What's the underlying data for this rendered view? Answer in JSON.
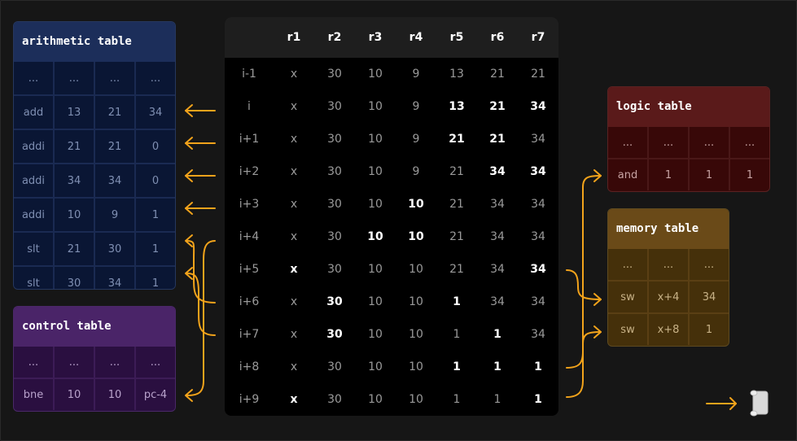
{
  "arithmetic": {
    "title": "arithmetic table",
    "rows": [
      [
        "...",
        "...",
        "...",
        "..."
      ],
      [
        "add",
        "13",
        "21",
        "34"
      ],
      [
        "addi",
        "21",
        "21",
        "0"
      ],
      [
        "addi",
        "34",
        "34",
        "0"
      ],
      [
        "addi",
        "10",
        "9",
        "1"
      ],
      [
        "slt",
        "21",
        "30",
        "1"
      ],
      [
        "slt",
        "30",
        "34",
        "1"
      ]
    ]
  },
  "control": {
    "title": "control table",
    "rows": [
      [
        "...",
        "...",
        "...",
        "..."
      ],
      [
        "bne",
        "10",
        "10",
        "pc-4"
      ]
    ]
  },
  "logic": {
    "title": "logic table",
    "rows": [
      [
        "...",
        "...",
        "...",
        "..."
      ],
      [
        "and",
        "1",
        "1",
        "1"
      ]
    ]
  },
  "memory": {
    "title": "memory table",
    "rows": [
      [
        "...",
        "...",
        "..."
      ],
      [
        "sw",
        "x+4",
        "34"
      ],
      [
        "sw",
        "x+8",
        "1"
      ]
    ]
  },
  "registers": {
    "columns": [
      "r1",
      "r2",
      "r3",
      "r4",
      "r5",
      "r6",
      "r7"
    ],
    "rows": [
      {
        "label": "i-1",
        "values": [
          "x",
          "30",
          "10",
          "9",
          "13",
          "21",
          "21"
        ],
        "bold": []
      },
      {
        "label": "i",
        "values": [
          "x",
          "30",
          "10",
          "9",
          "13",
          "21",
          "34"
        ],
        "bold": [
          4,
          5,
          6
        ]
      },
      {
        "label": "i+1",
        "values": [
          "x",
          "30",
          "10",
          "9",
          "21",
          "21",
          "34"
        ],
        "bold": [
          4,
          5
        ]
      },
      {
        "label": "i+2",
        "values": [
          "x",
          "30",
          "10",
          "9",
          "21",
          "34",
          "34"
        ],
        "bold": [
          5,
          6
        ]
      },
      {
        "label": "i+3",
        "values": [
          "x",
          "30",
          "10",
          "10",
          "21",
          "34",
          "34"
        ],
        "bold": [
          3
        ]
      },
      {
        "label": "i+4",
        "values": [
          "x",
          "30",
          "10",
          "10",
          "21",
          "34",
          "34"
        ],
        "bold": [
          2,
          3
        ]
      },
      {
        "label": "i+5",
        "values": [
          "x",
          "30",
          "10",
          "10",
          "21",
          "34",
          "34"
        ],
        "bold": [
          0,
          6
        ]
      },
      {
        "label": "i+6",
        "values": [
          "x",
          "30",
          "10",
          "10",
          "1",
          "34",
          "34"
        ],
        "bold": [
          1,
          4
        ]
      },
      {
        "label": "i+7",
        "values": [
          "x",
          "30",
          "10",
          "10",
          "1",
          "1",
          "34"
        ],
        "bold": [
          1,
          5
        ]
      },
      {
        "label": "i+8",
        "values": [
          "x",
          "30",
          "10",
          "10",
          "1",
          "1",
          "1"
        ],
        "bold": [
          4,
          5,
          6
        ]
      },
      {
        "label": "i+9",
        "values": [
          "x",
          "30",
          "10",
          "10",
          "1",
          "1",
          "1"
        ],
        "bold": [
          0,
          6
        ]
      }
    ]
  },
  "colors": {
    "arrow": "#f2a31b",
    "arithmetic": "#0b1a3b",
    "control": "#2a1040",
    "logic": "#3a0a0a",
    "memory": "#45300a"
  },
  "icons": {
    "output": "scroll-icon"
  }
}
